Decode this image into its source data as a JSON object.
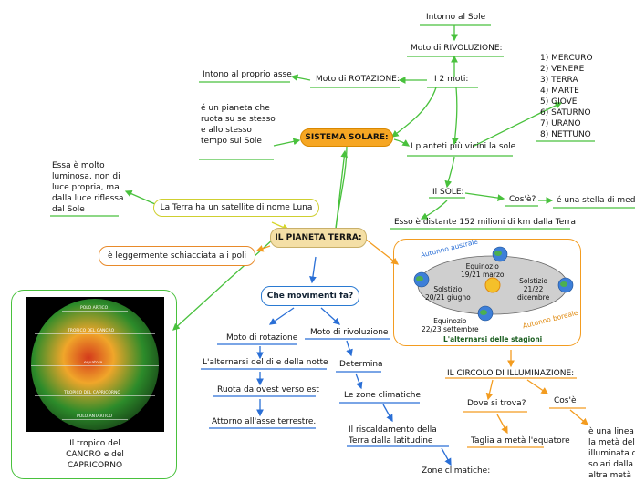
{
  "center": "IL PIANETA TERRA:",
  "sistema": "SISTEMA SOLARE:",
  "sistema_desc": "é un pianeta che ruota su se stesso e allo stesso tempo sul Sole",
  "i2moti": "I 2 moti:",
  "moto_rotazione_top": "Moto di ROTAZIONE:",
  "asse": "Intono al proprio asse",
  "moto_rivoluzione_top": "Moto di RIVOLUZIONE:",
  "intorno_sole": "Intorno al Sole",
  "pianeti_vicini": "I pianteti più vicini la sole",
  "pianeti": [
    "1) MERCURO",
    "2) VENERE",
    "3) TERRA",
    "4) MARTE",
    "5) GIOVE",
    "6) SATURNO",
    "7) URANO",
    "8) NETTUNO"
  ],
  "il_sole": "Il SOLE:",
  "cose": "Cos'è?",
  "stella": "é una stella di media",
  "distante": "Esso è distante 152 milioni di km dalla Terra",
  "luna": "La Terra ha un satellite di nome Luna",
  "luna_desc": "Essa è molto luminosa, non di luce propria, ma dalla luce riflessa dal Sole",
  "schiacciata": "è leggermente schiacciata a i poli",
  "movimenti": "Che movimenti fa?",
  "left_col": [
    "Moto di rotazione",
    "L'alternarsi del di e della notte",
    "Ruota da ovest verso est",
    "Attorno all'asse terrestre."
  ],
  "right_col": [
    "Moto di rivoluzione",
    "Determina",
    "Le zone climatiche",
    "Il riscaldamento della Terra dalla latitudine",
    "Zone climatiche:"
  ],
  "orbit": {
    "autunno_australe": "Autunno australe",
    "autunno_boreale": "Autunno boreale",
    "equinozio_top": "Equinozio\n19/21 marzo",
    "solstizio_left": "Solstizio\n20/21 giugno",
    "solstizio_right": "Solstizio\n21/22\ndicembre",
    "equinozio_bottom": "Equinozio\n22/23 settembre",
    "caption": "L'alternarsi delle stagioni"
  },
  "circolo": "IL CIRCOLO DI ILLUMINAZIONE:",
  "dove": "Dove si trova?",
  "cose2": "Cos'è",
  "taglia": "Taglia a metà l'equatore",
  "circolo_desc": "è una linea c\nla metà della\nilluminata d\nsolari dalla n\naltra metà",
  "tropico_caption": "Il tropico del CANCRO e del CAPRICORNO",
  "globe_labels": [
    "POLO ARTICO",
    "TROPICO DEL CANCRO",
    "equatore",
    "TROPICO DEL CAPRICORNO",
    "POLO ANTARTICO"
  ],
  "colors": {
    "green": "#49c13d",
    "blue": "#2a6fd6",
    "orange": "#f39c20",
    "yellow": "#d6d62a"
  }
}
